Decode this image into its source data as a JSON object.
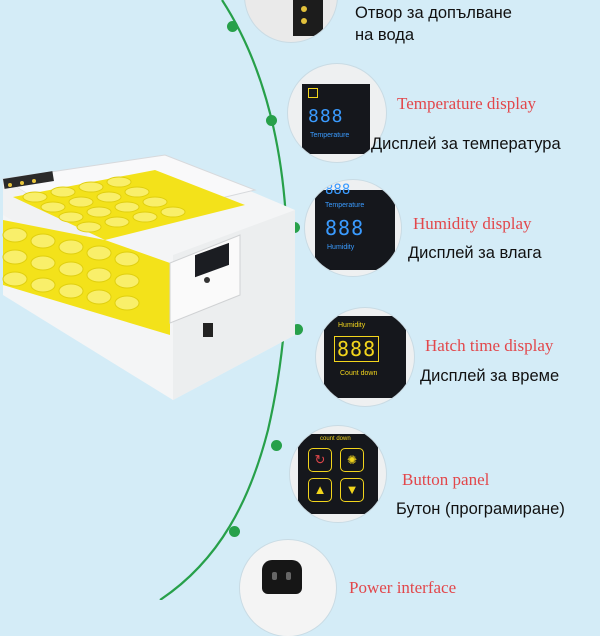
{
  "features": [
    {
      "en": "",
      "bg_line1": "Отвор за допълване",
      "bg_line2": "на вода"
    },
    {
      "en": "Temperature display",
      "bg": "Дисплей за температура",
      "lcd_label": "Temperature",
      "lcd_value": "888"
    },
    {
      "en": "Humidity display",
      "bg": "Дисплей за влага",
      "lcd_label_top": "Temperature",
      "lcd_label": "Humidity",
      "lcd_value": "888"
    },
    {
      "en": "Hatch time display",
      "bg": "Дисплей за време",
      "lcd_label_top": "Humidity",
      "lcd_label": "Count down",
      "lcd_value": "888"
    },
    {
      "en": "Button panel",
      "bg": "Бутон (програмиране)",
      "panel_label": "count down"
    },
    {
      "en": "Power interface",
      "bg": ""
    }
  ],
  "colors": {
    "background": "#d4ecf7",
    "curve": "#27a04a",
    "accent_text": "#e2474b",
    "lcd_blue": "#3a9bff",
    "lcd_yellow": "#f2d51c",
    "tray_yellow": "#f3e21a"
  },
  "icons": [
    "incubator-image",
    "water-inlet-image",
    "temperature-display-image",
    "humidity-display-image",
    "hatch-time-display-image",
    "button-panel-image",
    "power-interface-image"
  ]
}
